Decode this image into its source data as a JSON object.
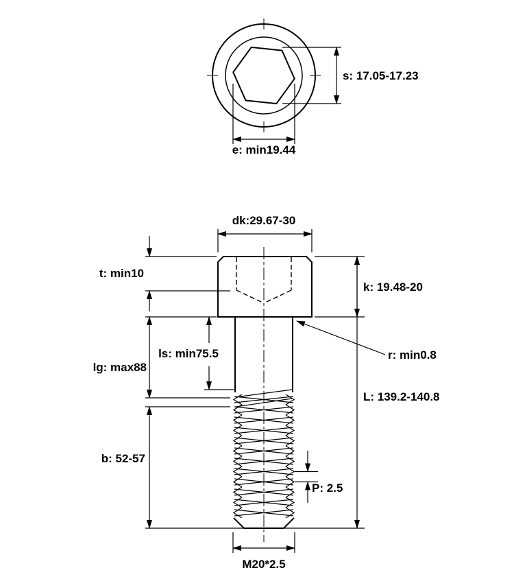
{
  "drawing": {
    "colors": {
      "line": "#000000",
      "background": "#ffffff"
    },
    "top_view": {
      "s_label": "s: 17.05-17.23",
      "e_label": "e: min19.44"
    },
    "side_view": {
      "dk_label": "dk:29.67-30",
      "t_label": "t: min10",
      "k_label": "k: 19.48-20",
      "ls_label": "ls: min75.5",
      "lg_label": "lg: max88",
      "r_label": "r: min0.8",
      "L_label": "L: 139.2-140.8",
      "b_label": "b: 52-57",
      "P_label": "P: 2.5",
      "thread_label": "M20*2.5"
    }
  }
}
